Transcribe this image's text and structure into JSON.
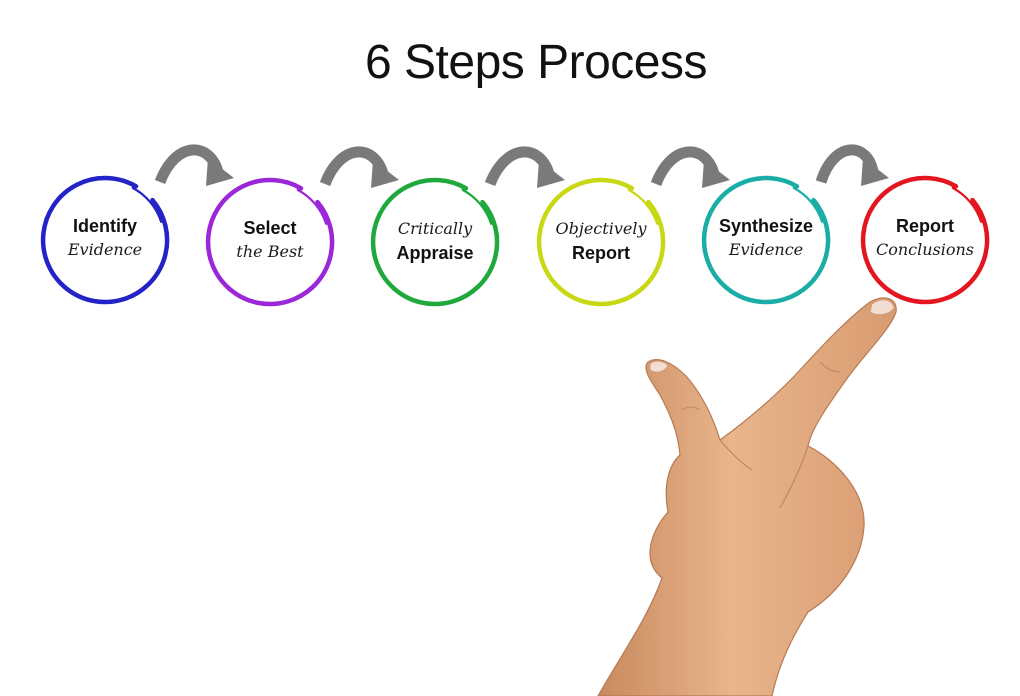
{
  "title": "6 Steps Process",
  "steps": [
    {
      "bold": "Identify",
      "script": "Evidence",
      "order": "bold-first",
      "color": "#2323c8"
    },
    {
      "bold": "Select",
      "script": "the Best",
      "order": "bold-first",
      "color": "#9b27d8"
    },
    {
      "bold": "Appraise",
      "script": "Critically",
      "order": "script-first",
      "color": "#1fa83c"
    },
    {
      "bold": "Report",
      "script": "Objectively",
      "order": "script-first",
      "color": "#c9d814"
    },
    {
      "bold": "Synthesize",
      "script": "Evidence",
      "order": "bold-first",
      "color": "#1aada6"
    },
    {
      "bold": "Report",
      "script": "Conclusions",
      "order": "bold-first",
      "color": "#e3161f"
    }
  ],
  "arrow_color": "#7a7a7a",
  "skin_color": "#e2ae84"
}
